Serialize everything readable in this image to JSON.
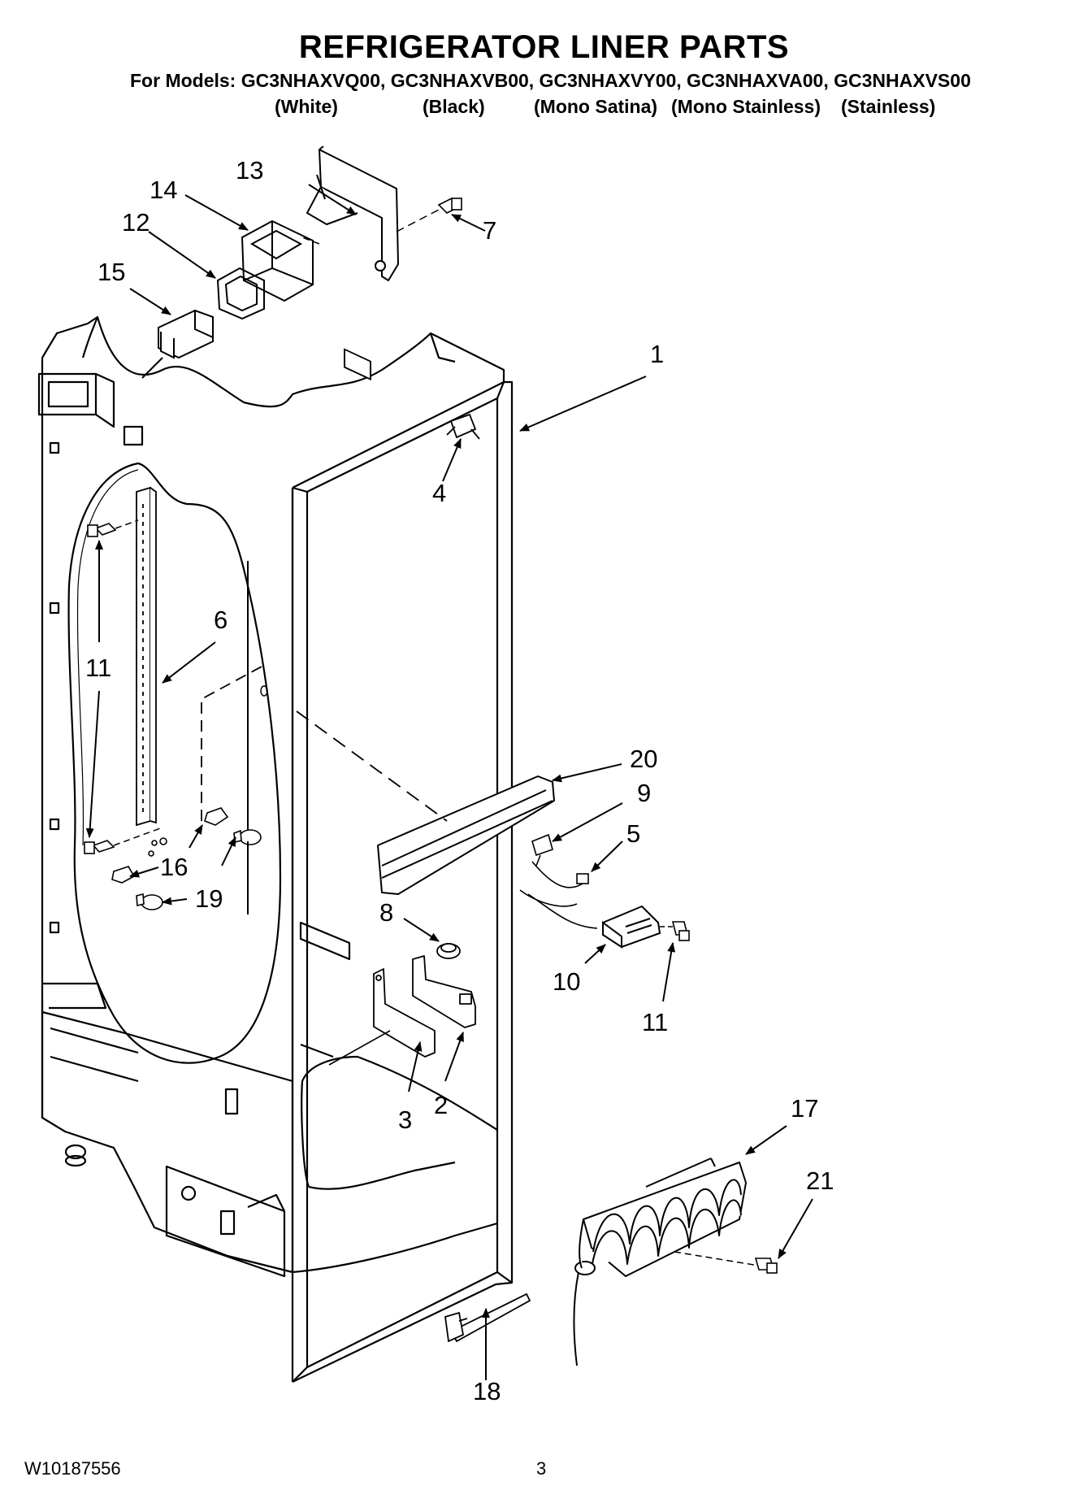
{
  "title": "REFRIGERATOR LINER PARTS",
  "models_line": "For Models: GC3NHAXVQ00, GC3NHAXVB00, GC3NHAXVY00, GC3NHAXVA00, GC3NHAXVS00",
  "variants": [
    "(White)",
    "(Black)",
    "(Mono Satina)",
    "(Mono Stainless)",
    "(Stainless)"
  ],
  "callouts": {
    "c1": "1",
    "c2": "2",
    "c3": "3",
    "c4": "4",
    "c5": "5",
    "c6": "6",
    "c7": "7",
    "c8": "8",
    "c9": "9",
    "c10": "10",
    "c11a": "11",
    "c11b": "11",
    "c12": "12",
    "c13": "13",
    "c14": "14",
    "c15": "15",
    "c16": "16",
    "c17": "17",
    "c18": "18",
    "c19": "19",
    "c20": "20",
    "c21": "21"
  },
  "footer": {
    "doc_number": "W10187556",
    "page_number": "3"
  }
}
